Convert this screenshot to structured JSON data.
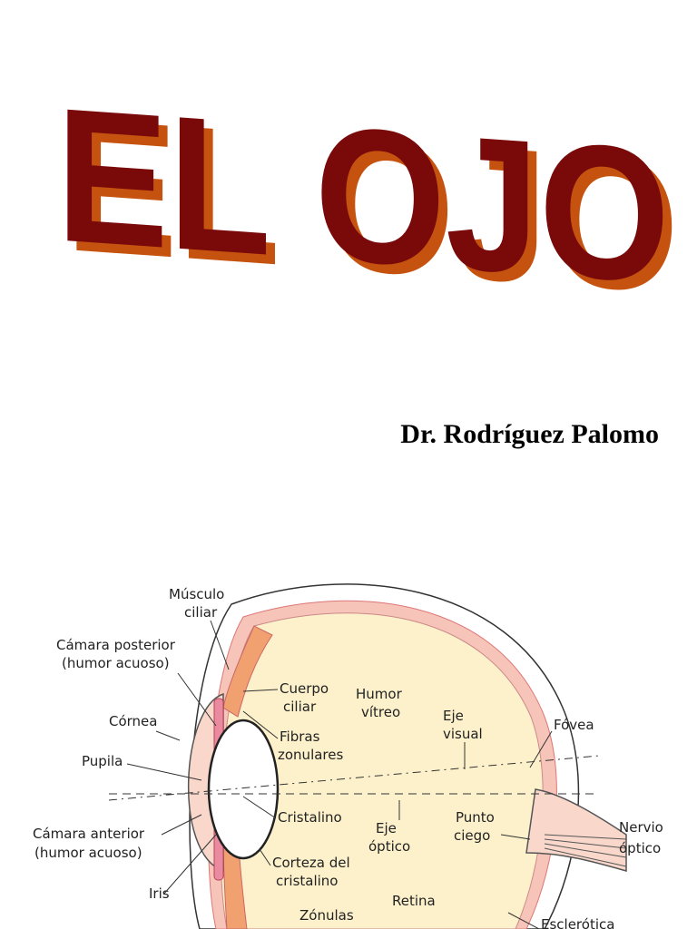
{
  "title": "EL OJO",
  "author": "Dr. Rodríguez Palomo",
  "diagram": {
    "labels": {
      "musculo_ciliar_1": "Músculo",
      "musculo_ciliar_2": "ciliar",
      "camara_posterior_1": "Cámara posterior",
      "camara_posterior_2": "(humor acuoso)",
      "cornea": "Córnea",
      "pupila": "Pupila",
      "camara_anterior_1": "Cámara anterior",
      "camara_anterior_2": "(humor acuoso)",
      "iris": "Iris",
      "cuerpo_ciliar_1": "Cuerpo",
      "cuerpo_ciliar_2": "ciliar",
      "fibras_zonulares_1": "Fibras",
      "fibras_zonulares_2": "zonulares",
      "humor_vitreo_1": "Humor",
      "humor_vitreo_2": "vítreo",
      "eje_visual_1": "Eje",
      "eje_visual_2": "visual",
      "fovea": "Fóvea",
      "cristalino": "Cristalino",
      "eje_optico_1": "Eje",
      "eje_optico_2": "óptico",
      "punto_ciego_1": "Punto",
      "punto_ciego_2": "ciego",
      "nervio_optico_1": "Nervio",
      "nervio_optico_2": "óptico",
      "corteza_1": "Corteza del",
      "corteza_2": "cristalino",
      "retina": "Retina",
      "zonulas": "Zónulas",
      "esclerotica": "Esclerótica"
    }
  },
  "colors": {
    "title_face": "#7a0a0a",
    "title_shadow": "#c5530f",
    "vitreous": "#fdf1cc",
    "cornea_fill": "#f9d8cb",
    "ciliar_fill": "#f1a070",
    "retina": "#e89090",
    "sclera_outline": "#333333"
  }
}
